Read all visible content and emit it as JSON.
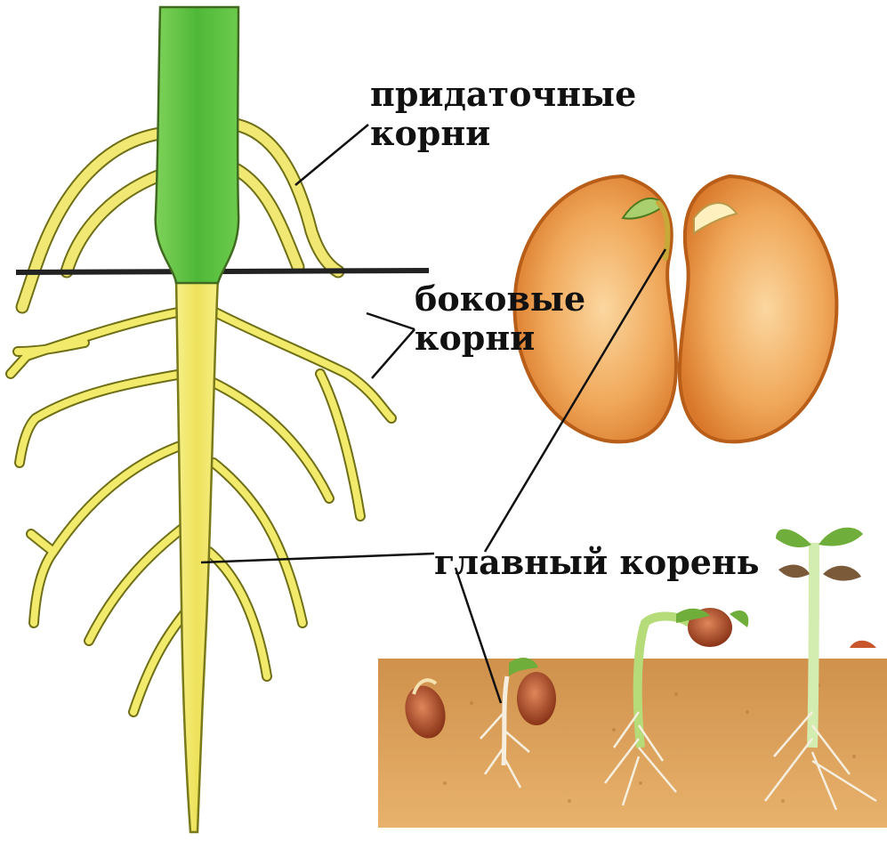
{
  "labels": {
    "adventitious_roots": {
      "line1": "придаточные",
      "line2": "корни"
    },
    "lateral_roots": {
      "line1": "боковые",
      "line2": "корни"
    },
    "main_root": "главный корень"
  },
  "colors": {
    "stem_green": "#5cc13a",
    "root_yellow": "#f2ea6a",
    "root_outline": "#7a7a1a",
    "seed_orange": "#e9903c",
    "soil": "#d9a25e",
    "leader_line": "#111111"
  }
}
